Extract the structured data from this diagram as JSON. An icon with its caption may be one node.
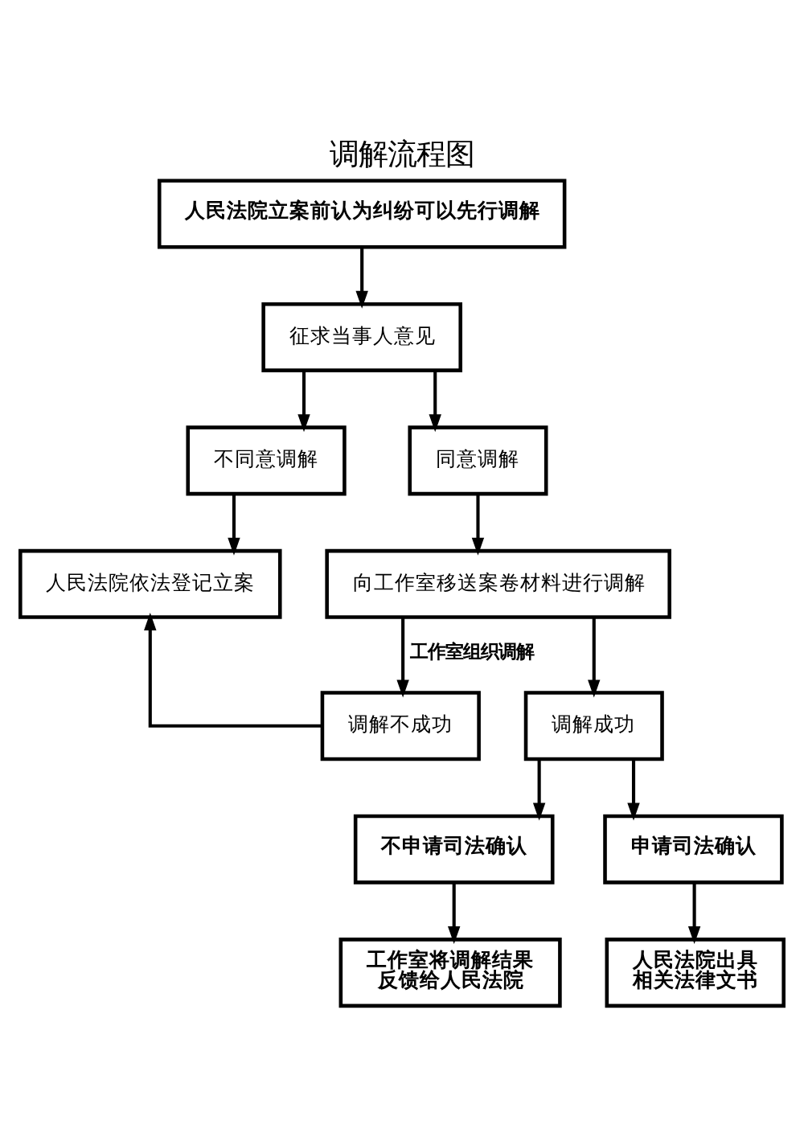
{
  "diagram": {
    "title": "调解流程图",
    "nodes": [
      {
        "text": [
          "人民法院立案前认为纠纷可以先行调解"
        ]
      },
      {
        "text": [
          "征求当事人意见"
        ]
      },
      {
        "text": [
          "不同意调解"
        ]
      },
      {
        "text": [
          "同意调解"
        ]
      },
      {
        "text": [
          "人民法院依法登记立案"
        ]
      },
      {
        "text": [
          "向工作室移送案卷材料进行调解"
        ]
      },
      {
        "text": [
          "调解不成功"
        ]
      },
      {
        "text": [
          "调解成功"
        ]
      },
      {
        "text": [
          "不申请司法确认"
        ]
      },
      {
        "text": [
          "申请司法确认"
        ]
      },
      {
        "text": [
          "工作室将调解结果反馈给人民法院"
        ]
      },
      {
        "text": [
          "人民法院出具相关法律文书"
        ]
      }
    ],
    "edges": [
      {
        "from": 0,
        "to": 1,
        "arrow": "to"
      },
      {
        "from": 1,
        "to": 2,
        "arrow": "to"
      },
      {
        "from": 1,
        "to": 3,
        "arrow": "to"
      },
      {
        "from": 2,
        "to": 4,
        "arrow": "to"
      },
      {
        "from": 3,
        "to": 5,
        "arrow": "to"
      },
      {
        "from": 5,
        "to": 6,
        "arrow": "to",
        "label": "工作室组织调解"
      },
      {
        "from": 5,
        "to": 7,
        "arrow": "to"
      },
      {
        "from": 6,
        "to": 4,
        "arrow": "to"
      },
      {
        "from": 7,
        "to": 8,
        "arrow": "to"
      },
      {
        "from": 7,
        "to": 9,
        "arrow": "to"
      },
      {
        "from": 8,
        "to": 10,
        "arrow": "to"
      },
      {
        "from": 9,
        "to": 11,
        "arrow": "to"
      }
    ]
  }
}
